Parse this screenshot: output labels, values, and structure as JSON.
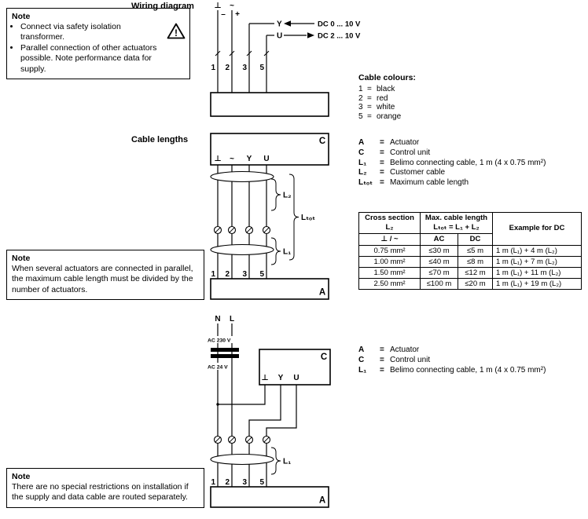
{
  "headings": {
    "wiring_diagram": "Wiring diagram",
    "cable_lengths": "Cable lengths"
  },
  "notes": {
    "box1": {
      "title": "Note",
      "items": [
        "Connect via safety isolation transformer.",
        "Parallel connection of other actuators possible. Note performance data for supply."
      ]
    },
    "box2": {
      "title": "Note",
      "text": "When several actuators are connected in parallel, the maximum cable length must be divided by the number of actuators."
    },
    "box3": {
      "title": "Note",
      "text": "There are no special restrictions on installation if the supply and data cable are routed separately."
    }
  },
  "warning": {
    "symbol": "!"
  },
  "cable_colours": {
    "title": "Cable colours:",
    "eq": "=",
    "items": [
      {
        "num": "1",
        "name": "black"
      },
      {
        "num": "2",
        "name": "red"
      },
      {
        "num": "3",
        "name": "white"
      },
      {
        "num": "5",
        "name": "orange"
      }
    ]
  },
  "legend1": {
    "eq": "=",
    "items": [
      {
        "key": "A",
        "desc": "Actuator"
      },
      {
        "key": "C",
        "desc": "Control unit"
      },
      {
        "key": "L₁",
        "desc": "Belimo connecting cable, 1 m (4 x 0.75 mm²)"
      },
      {
        "key": "L₂",
        "desc": "Customer cable"
      },
      {
        "key": "Lₜₒₜ",
        "desc": "Maximum cable length"
      }
    ]
  },
  "legend2": {
    "eq": "=",
    "items": [
      {
        "key": "A",
        "desc": "Actuator"
      },
      {
        "key": "C",
        "desc": "Control unit"
      },
      {
        "key": "L₁",
        "desc": "Belimo connecting cable, 1 m (4 x 0.75 mm²)"
      }
    ]
  },
  "table": {
    "header": {
      "col1_line1": "Cross section",
      "col1_line2": "L₂",
      "col1_sub": "⊥ / ~",
      "col2_line1": "Max. cable length",
      "col2_line2": "Lₜₒₜ = L₁ + L₂",
      "ac": "AC",
      "dc": "DC",
      "col3": "Example for DC"
    },
    "rows": [
      {
        "cross": "0.75 mm²",
        "ac": "≤30 m",
        "dc": "≤5 m",
        "example": "1 m (L₁) + 4 m (L₂)"
      },
      {
        "cross": "1.00 mm²",
        "ac": "≤40 m",
        "dc": "≤8 m",
        "example": "1 m (L₁) + 7 m (L₂)"
      },
      {
        "cross": "1.50 mm²",
        "ac": "≤70 m",
        "dc": "≤12 m",
        "example": "1 m (L₁) + 11 m (L₂)"
      },
      {
        "cross": "2.50 mm²",
        "ac": "≤100 m",
        "dc": "≤20 m",
        "example": "1 m (L₁) + 19 m (L₂)"
      }
    ]
  },
  "diagram1": {
    "gnd": "⊥",
    "ac": "~",
    "minus": "–",
    "plus": "+",
    "y": "Y",
    "u": "U",
    "dc_y": "DC 0 ... 10 V",
    "dc_u": "DC 2 ... 10 V",
    "t1": "1",
    "t2": "2",
    "t3": "3",
    "t5": "5"
  },
  "diagram2": {
    "c": "C",
    "a": "A",
    "gnd": "⊥",
    "ac": "~",
    "y": "Y",
    "u": "U",
    "l2": "L₂",
    "ltot": "Lₜₒₜ",
    "l1": "L₁",
    "t1": "1",
    "t2": "2",
    "t3": "3",
    "t5": "5"
  },
  "diagram3": {
    "n": "N",
    "l": "L",
    "ac230": "AC 230 V",
    "ac24": "AC 24 V",
    "c": "C",
    "a": "A",
    "gnd": "⊥",
    "y": "Y",
    "u": "U",
    "l1": "L₁",
    "t1": "1",
    "t2": "2",
    "t3": "3",
    "t5": "5"
  }
}
